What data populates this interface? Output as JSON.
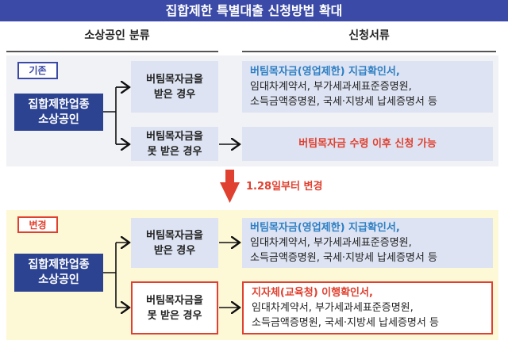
{
  "title": "집합제한 특별대출 신청방법 확대",
  "headers": {
    "left": "소상공인 분류",
    "right": "신청서류"
  },
  "before": {
    "tag": "기존",
    "subject": [
      "집합제한업종",
      "소상공인"
    ],
    "case1": [
      "버팀목자금을",
      "받은 경우"
    ],
    "case1_docs": {
      "highlight": "버팀목자금(영업제한) 지급확인서,",
      "line2": "임대차계약서, 부가세과세표준증명원,",
      "line3": "소득금액증명원, 국세·지방세 납세증명서 등"
    },
    "case2": [
      "버팀목자금을",
      "못 받은 경우"
    ],
    "case2_docs": "버팀목자금 수령 이후 신청 가능"
  },
  "change_label": "1.28일부터 변경",
  "after": {
    "tag": "변경",
    "subject": [
      "집합제한업종",
      "소상공인"
    ],
    "case1": [
      "버팀목자금을",
      "받은 경우"
    ],
    "case1_docs": {
      "highlight": "버팀목자금(영업제한) 지급확인서,",
      "line2": "임대차계약서, 부가세과세표준증명원,",
      "line3": "소득금액증명원, 국세·지방세 납세증명서 등"
    },
    "case2": [
      "버팀목자금을",
      "못 받은 경우"
    ],
    "case2_docs": {
      "highlight": "지자체(교육청) 이행확인서,",
      "line2": "임대차계약서, 부가세과세표준증명원,",
      "line3": "소득금액증명원, 국세·지방세 납세증명서 등"
    }
  },
  "colors": {
    "title_bg": "#3b4aa6",
    "dark_box": "#2c4392",
    "accent_red": "#e0402f",
    "accent_blue": "#2d7fc4"
  }
}
